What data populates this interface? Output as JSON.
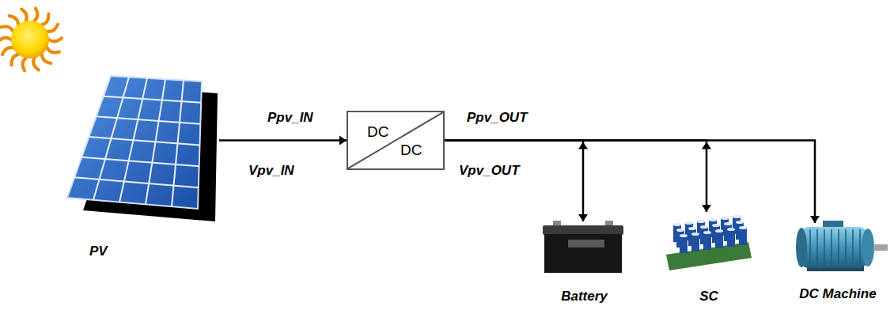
{
  "diagram": {
    "nodes": [
      {
        "text": [
          "PV"
        ]
      },
      {
        "text": [
          "DC",
          "DC"
        ]
      },
      {
        "text": [
          "Battery"
        ]
      },
      {
        "text": [
          "SC"
        ]
      },
      {
        "text": [
          "DC Machine"
        ]
      }
    ],
    "edges": [
      {
        "from": 0,
        "to": 1,
        "arrow": "to"
      },
      {
        "from": 1,
        "to": 2,
        "arrow": "both"
      },
      {
        "from": 1,
        "to": 3,
        "arrow": "both"
      },
      {
        "from": 1,
        "to": 4,
        "arrow": "to"
      }
    ],
    "labels": [
      "Ppv_IN",
      "Vpv_IN",
      "Ppv_OUT",
      "Vpv_OUT"
    ]
  }
}
